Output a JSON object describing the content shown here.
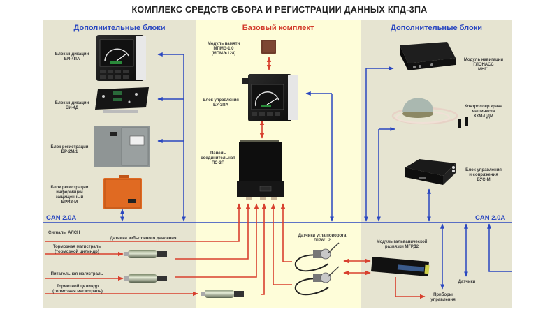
{
  "title": "КОМПЛЕКС СРЕДСТВ СБОРА И РЕГИСТРАЦИИ ДАННЫХ КПД-3ПА",
  "sections": {
    "left_header": "Дополнительные блоки",
    "center_header": "Базовый комплект",
    "right_header": "Дополнительные блоки"
  },
  "bus": {
    "left_label": "CAN 2.0A",
    "right_label": "CAN 2.0A"
  },
  "left_blocks": [
    {
      "name": "Блок индикации",
      "model": "БИ-4ПА"
    },
    {
      "name": "Блок индикации",
      "model": "БИ-4Д"
    },
    {
      "name": "Блок регистрации",
      "model": "БР-2М/1"
    },
    {
      "name": "Блок регистрации информации защищенный",
      "line1": "Блок регистрации",
      "line2": "информации",
      "line3": "защищенный",
      "model": "БРИЗ-М"
    }
  ],
  "center_blocks": {
    "memory": {
      "line1": "Модуль памяти",
      "line2": "МПМЭ-1.0",
      "line3": "(МПМЭ-128)"
    },
    "control": {
      "line1": "Блок управления",
      "line2": "БУ-3ПА"
    },
    "panel": {
      "line1": "Панель",
      "line2": "соединительная",
      "line3": "ПС-3П"
    }
  },
  "right_blocks": [
    {
      "line1": "Модуль навигации",
      "line2": "ГЛОНАСС",
      "line3": "МНГ1"
    },
    {
      "line1": "Контроллер крана",
      "line2": "машиниста",
      "line3": "ККМ-ЦДМ"
    },
    {
      "line1": "Блок управления",
      "line2": "и сопряжения",
      "line3": "БУС-М"
    }
  ],
  "signals": {
    "alsn": "Сигналы АЛСН",
    "overpressure": "Датчики избыточного давления",
    "brake_main": {
      "line1": "Тормозная магистраль",
      "line2": "(тормозной цилиндр)"
    },
    "feed_main": "Питательная магистраль",
    "brake_cyl": {
      "line1": "Тормозной цилиндр",
      "line2": "(тормозная магистраль)"
    },
    "angle_sensors": {
      "line1": "Датчики угла поворота",
      "line2": "Л178/1.2"
    },
    "galvanic": {
      "line1": "Модуль гальванической",
      "line2": "развязки МГРД2"
    },
    "devices": {
      "line1": "Приборы",
      "line2": "управления"
    },
    "sensors": "Датчики"
  },
  "colors": {
    "bus_blue": "#2a47c0",
    "signal_red": "#d8402e",
    "side_bg": "#e6e4d1",
    "center_bg": "#fefdd9"
  }
}
